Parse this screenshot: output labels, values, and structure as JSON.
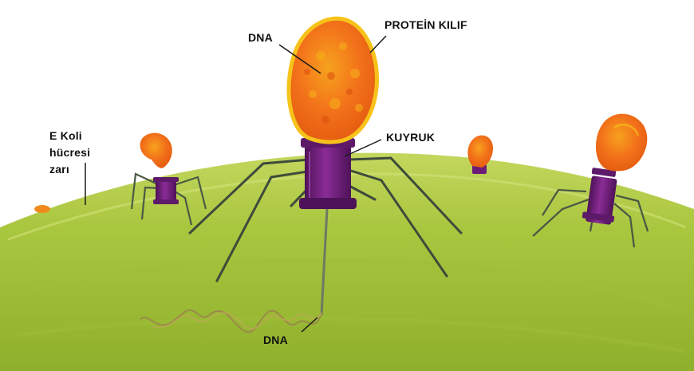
{
  "labels": {
    "dna_top": "DNA",
    "protein_coat": "PROTEİN KILIF",
    "tail": "KUYRUK",
    "membrane": "E Koli hücresi zarı",
    "membrane_lines": [
      "E Koli",
      "hücresi",
      "zarı"
    ],
    "dna_bottom": "DNA"
  },
  "colors": {
    "capsid_orange": "#f26a14",
    "capsid_yellow": "#f7c21a",
    "tail_purple": "#6b1d78",
    "cell_green": "#a6c43a",
    "cell_light": "#c9db6a",
    "leg_dark": "#3d4a3a",
    "dna_strand": "#9a8a4a"
  }
}
